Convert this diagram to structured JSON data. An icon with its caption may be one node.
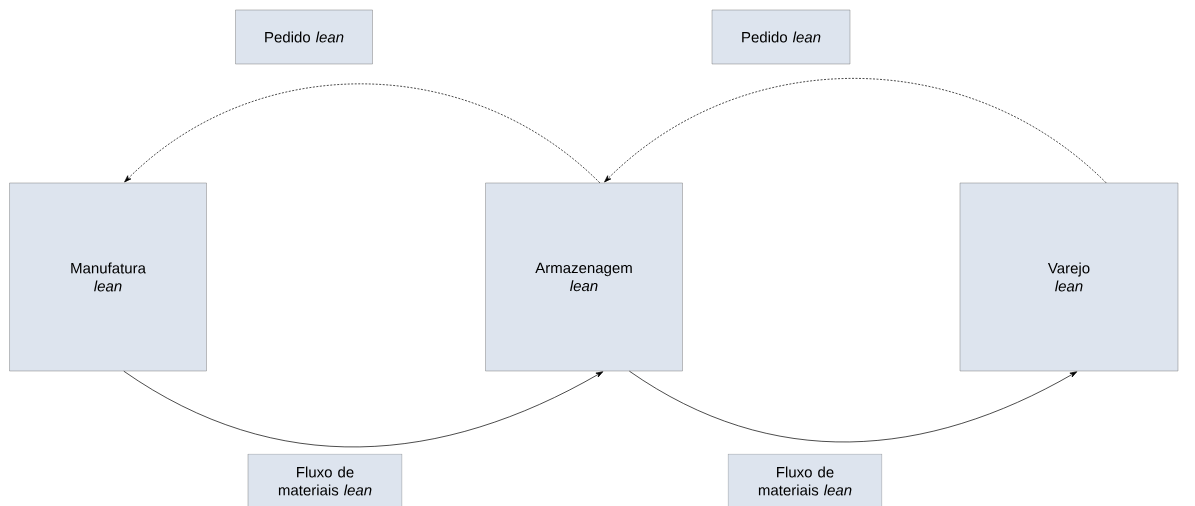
{
  "diagram": {
    "nodes": [
      {
        "text": [
          "Pedido *lean*"
        ]
      },
      {
        "text": [
          "Pedido *lean*"
        ]
      },
      {
        "text": [
          "Manufatura *lean*"
        ]
      },
      {
        "text": [
          "Armazenagem *lean*"
        ]
      },
      {
        "text": [
          "Varejo *lean*"
        ]
      },
      {
        "text": [
          "Fluxo de materiais *lean*"
        ]
      },
      {
        "text": [
          "Fluxo de materiais *lean*"
        ]
      }
    ],
    "edges": [
      {
        "from": 3,
        "to": 2,
        "arrow": "to",
        "style": "dashed"
      },
      {
        "from": 4,
        "to": 3,
        "arrow": "to",
        "style": "dashed"
      },
      {
        "from": 2,
        "to": 3,
        "arrow": "to"
      },
      {
        "from": 3,
        "to": 4,
        "arrow": "to"
      }
    ]
  }
}
